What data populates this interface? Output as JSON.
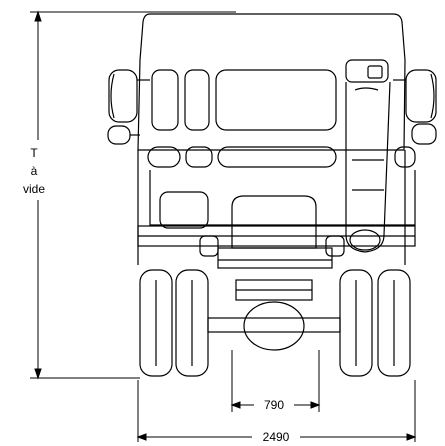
{
  "height_label": {
    "line1": "T",
    "line2": "à",
    "line3": "vide"
  },
  "dimensions": {
    "track_width": "790",
    "overall_width": "2490"
  },
  "colors": {
    "line": "#000000",
    "background": "#ffffff"
  }
}
